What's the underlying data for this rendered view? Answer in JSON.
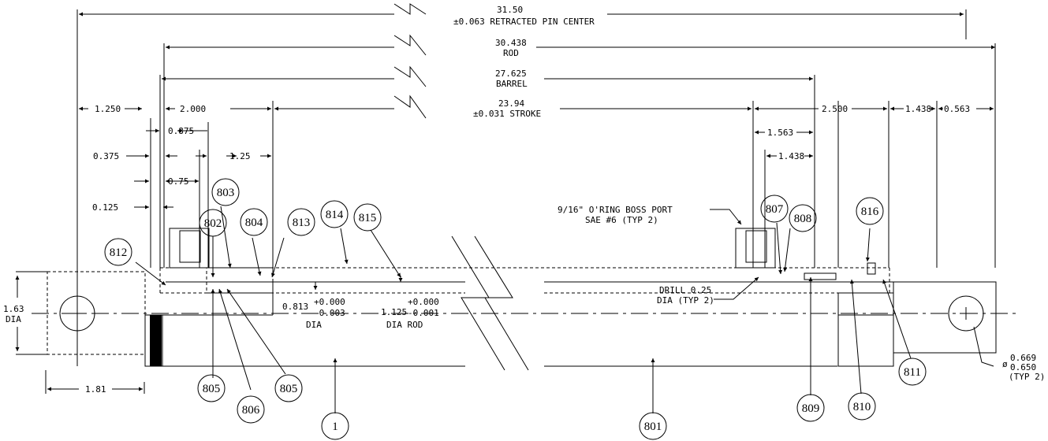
{
  "dimensions": {
    "overall": {
      "value": "31.50",
      "note": "±0.063 RETRACTED PIN CENTER"
    },
    "rod": {
      "value": "30.438",
      "note": "ROD"
    },
    "barrel": {
      "value": "27.625",
      "note": "BARREL"
    },
    "stroke": {
      "value": "23.94",
      "note": "±0.031 STROKE"
    },
    "d_1250": "1.250",
    "d_2000": "2.000",
    "d_0875": "0.875",
    "d_125": "1.25",
    "d_0375": "0.375",
    "d_075": "0.75",
    "d_0125": "0.125",
    "d_2500": "2.500",
    "d_1438a": "1.438",
    "d_0563": "0.563",
    "d_1563": "1.563",
    "d_1438b": "1.438",
    "d_163": "1.63",
    "d_163_dia": "DIA",
    "d_181": "1.81",
    "port_note_1": "9/16\" O'RING BOSS PORT",
    "port_note_2": "SAE #6 (TYP 2)",
    "drill_note_1": "DRILL 0.25",
    "drill_note_2": "DIA (TYP 2)",
    "bore": {
      "value": "0.813",
      "tol_hi": "+0.000",
      "tol_lo": "-0.003",
      "label": "DIA"
    },
    "rod_dia": {
      "value": "1.125",
      "tol_hi": "+0.000",
      "tol_lo": "-0.001",
      "label": "DIA ROD"
    },
    "pin_hole": {
      "symbol": "ø",
      "hi": "0.669",
      "lo": "0.650",
      "note": "(TYP 2)"
    }
  },
  "balloons": {
    "b812": "812",
    "b802": "802",
    "b803": "803",
    "b804": "804",
    "b813": "813",
    "b814": "814",
    "b815": "815",
    "b807": "807",
    "b808": "808",
    "b816": "816",
    "b805a": "805",
    "b806": "806",
    "b805b": "805",
    "b1": "1",
    "b801": "801",
    "b809": "809",
    "b810": "810",
    "b811": "811"
  }
}
